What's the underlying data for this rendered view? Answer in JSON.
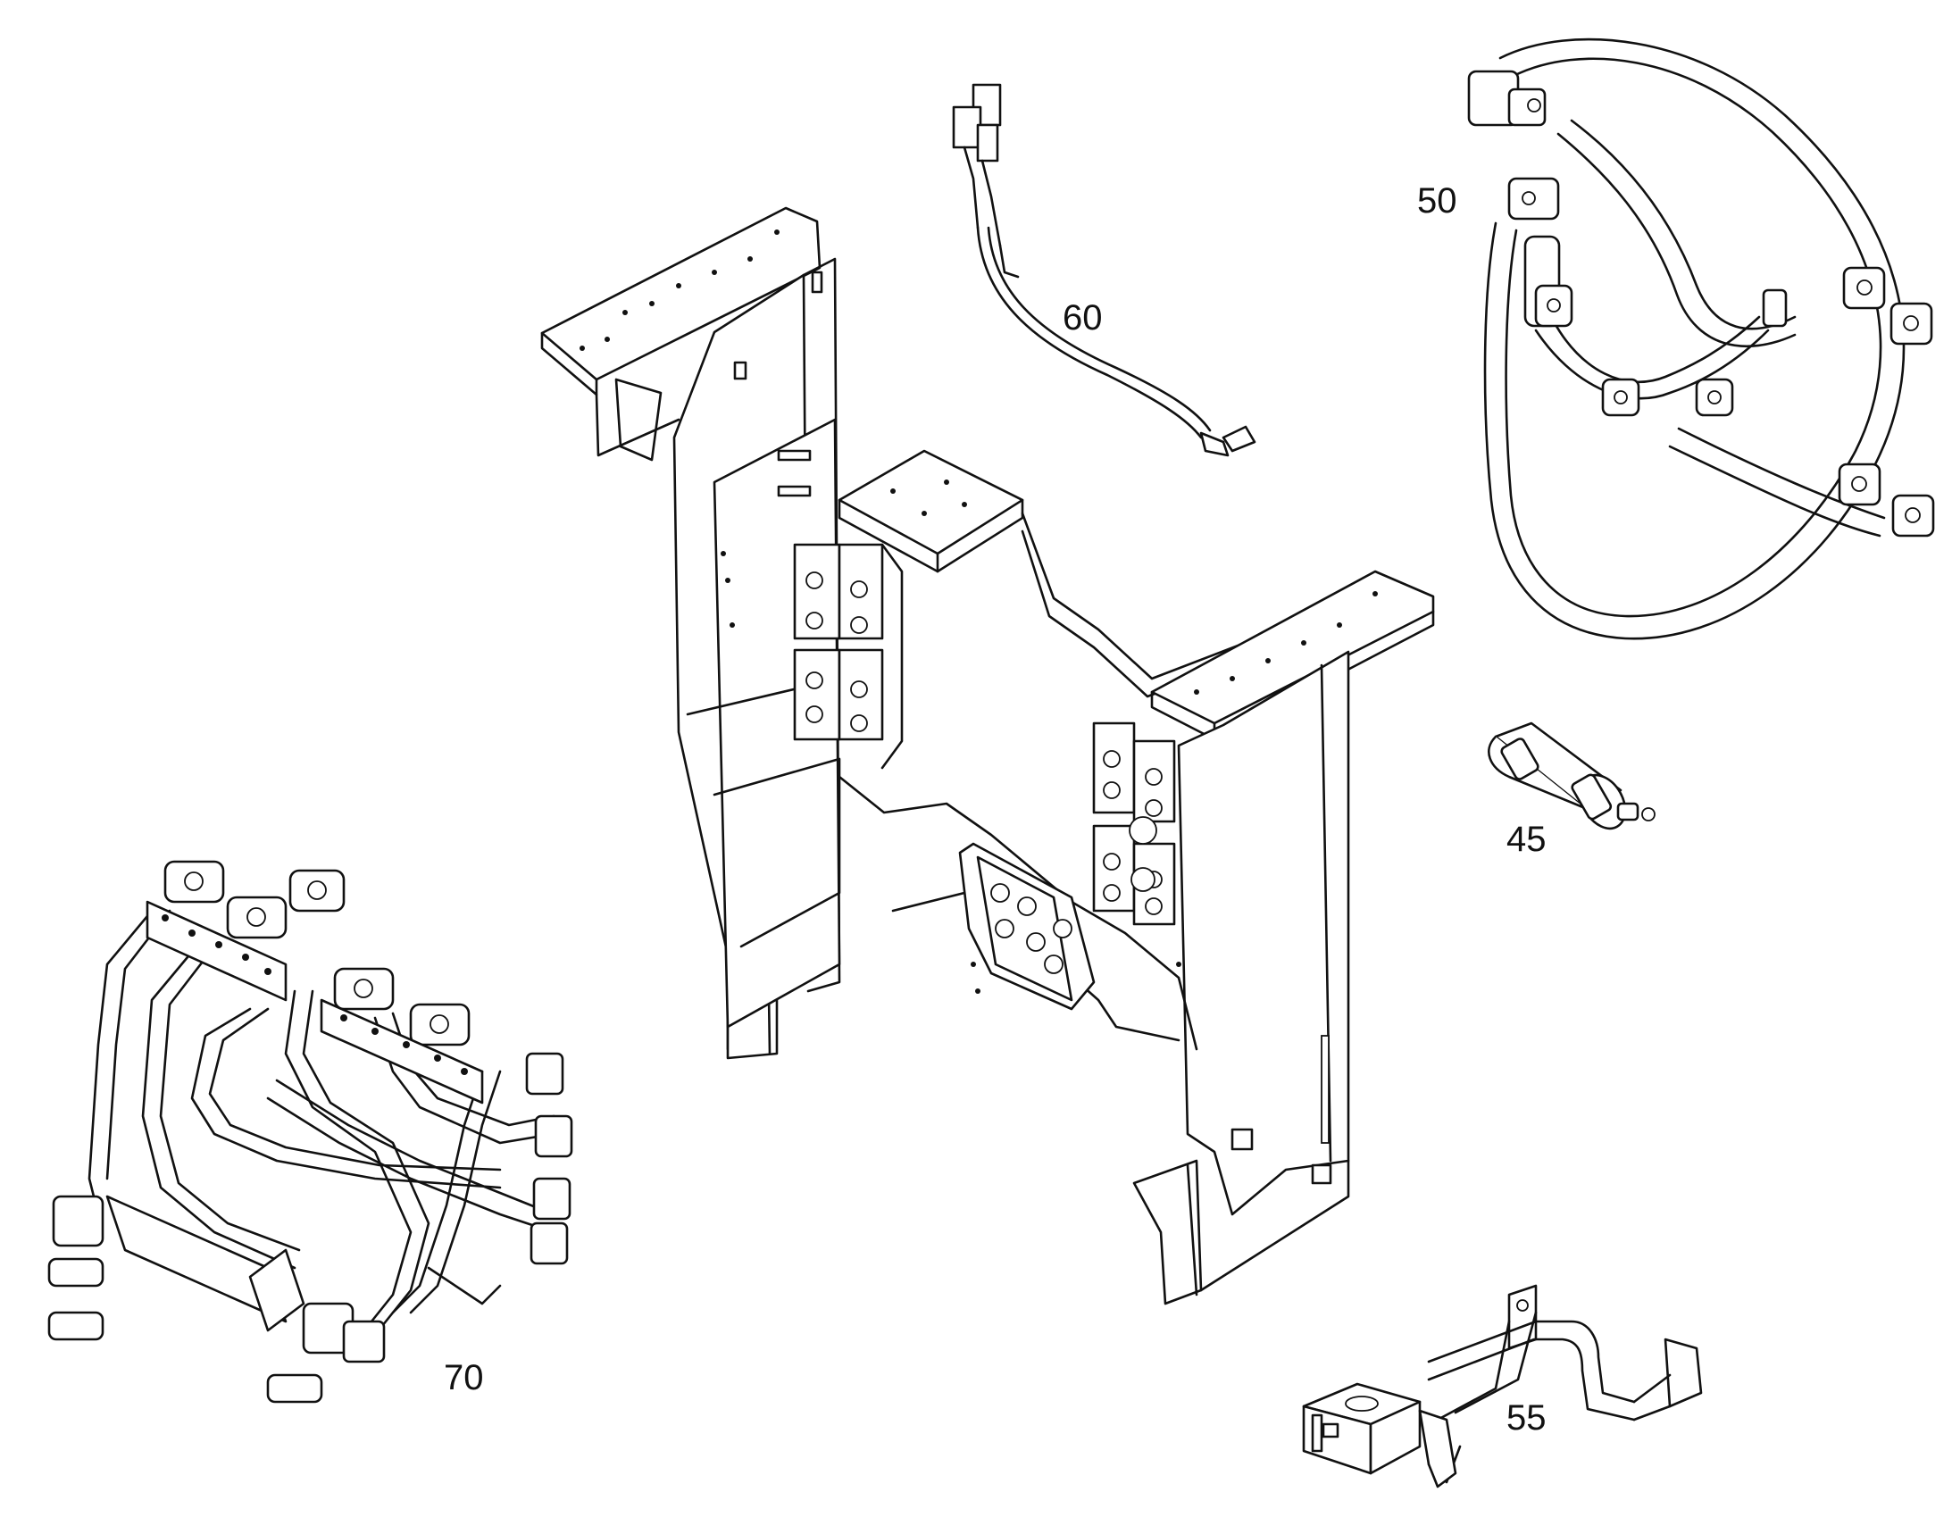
{
  "callouts": {
    "c50": "50",
    "c60": "60",
    "c45": "45",
    "c70": "70",
    "c55": "55"
  },
  "parts": [
    {
      "id": "main-frame",
      "icon": "frame-drawing"
    },
    {
      "id": "hose-assembly-50",
      "icon": "hose-drawing"
    },
    {
      "id": "sensor-hose-60",
      "icon": "sensor-hose-drawing"
    },
    {
      "id": "filter-45",
      "icon": "filter-drawing"
    },
    {
      "id": "pipe-manifold-70",
      "icon": "manifold-drawing"
    },
    {
      "id": "pipe-bracket-55",
      "icon": "bracket-pipe-drawing"
    }
  ]
}
